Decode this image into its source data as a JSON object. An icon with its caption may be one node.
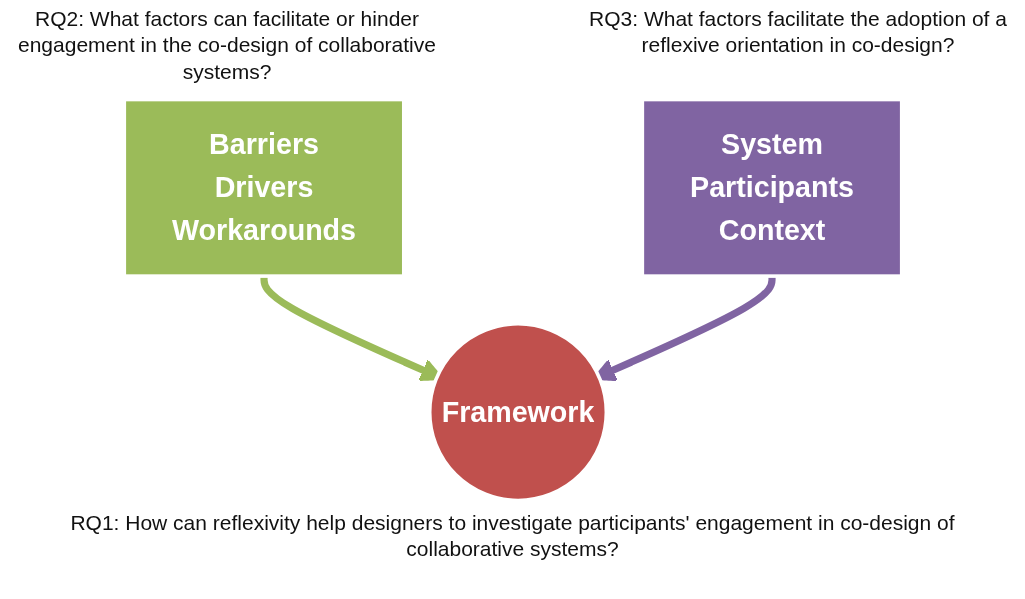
{
  "diagram": {
    "nodes": [
      {
        "text": [
          "Barriers",
          "Drivers",
          "Workarounds"
        ],
        "beside": [
          "RQ2: What factors can facilitate or hinder engagement in the co-design of collaborative systems?"
        ]
      },
      {
        "text": [
          "System",
          "Participants",
          "Context"
        ],
        "beside": [
          "RQ3: What factors facilitate the adoption of a reflexive orientation in co-design?"
        ]
      },
      {
        "text": [
          "Framework"
        ],
        "beside": [
          "RQ1: How can reflexivity help designers to investigate participants' engagement in co-design of collaborative systems?"
        ]
      }
    ],
    "edges": [
      {
        "from": 0,
        "to": 2,
        "arrow": "to",
        "color": "#9bbb59"
      },
      {
        "from": 1,
        "to": 2,
        "arrow": "to",
        "color": "#8064a2"
      }
    ]
  }
}
